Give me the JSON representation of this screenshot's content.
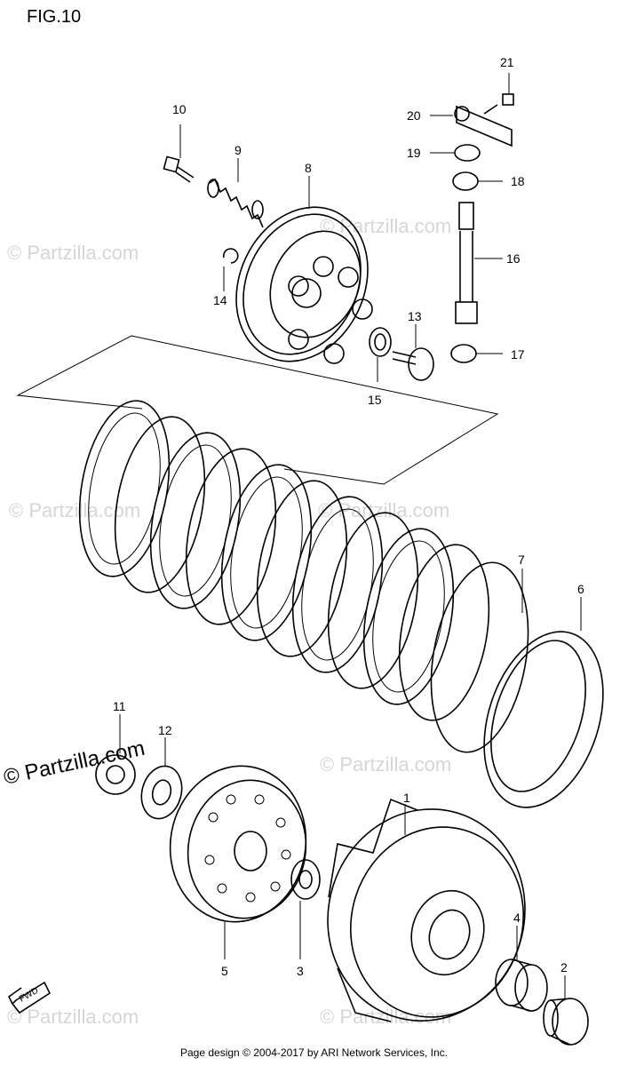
{
  "figure": {
    "title": "FIG.10",
    "footer": "Page design © 2004-2017 by ARI Network Services, Inc.",
    "watermark": "© Partzilla.com",
    "fwd_label": "FWD"
  },
  "callouts": [
    {
      "id": "c1",
      "label": "1"
    },
    {
      "id": "c2",
      "label": "2"
    },
    {
      "id": "c3",
      "label": "3"
    },
    {
      "id": "c4",
      "label": "4"
    },
    {
      "id": "c5",
      "label": "5"
    },
    {
      "id": "c6",
      "label": "6"
    },
    {
      "id": "c7",
      "label": "7"
    },
    {
      "id": "c8",
      "label": "8"
    },
    {
      "id": "c9",
      "label": "9"
    },
    {
      "id": "c10",
      "label": "10"
    },
    {
      "id": "c11",
      "label": "11"
    },
    {
      "id": "c12",
      "label": "12"
    },
    {
      "id": "c13",
      "label": "13"
    },
    {
      "id": "c14",
      "label": "14"
    },
    {
      "id": "c15",
      "label": "15"
    },
    {
      "id": "c16",
      "label": "16"
    },
    {
      "id": "c17",
      "label": "17"
    },
    {
      "id": "c18",
      "label": "18"
    },
    {
      "id": "c19",
      "label": "19"
    },
    {
      "id": "c20",
      "label": "20"
    },
    {
      "id": "c21",
      "label": "21"
    }
  ]
}
